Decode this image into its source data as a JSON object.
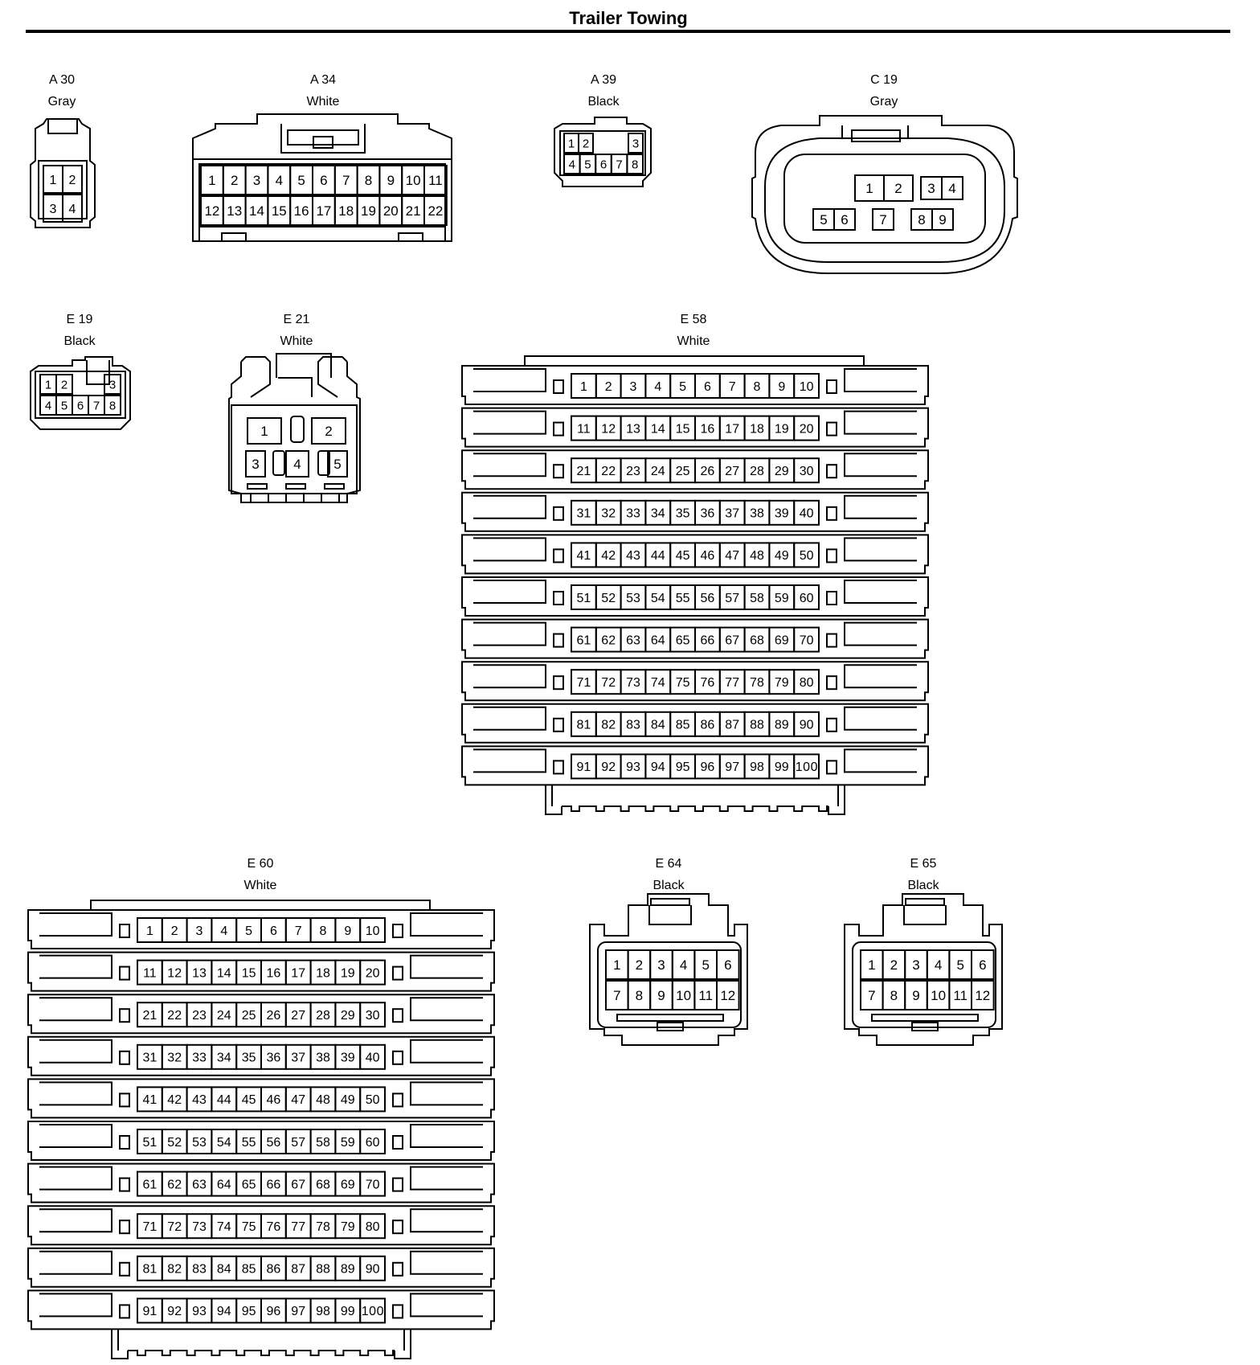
{
  "page_title": "Trailer Towing",
  "connectors": [
    {
      "key": "a30",
      "id": "A 30",
      "color": "Gray"
    },
    {
      "key": "a34",
      "id": "A 34",
      "color": "White"
    },
    {
      "key": "a39",
      "id": "A 39",
      "color": "Black"
    },
    {
      "key": "c19",
      "id": "C 19",
      "color": "Gray"
    },
    {
      "key": "e19",
      "id": "E 19",
      "color": "Black"
    },
    {
      "key": "e21",
      "id": "E 21",
      "color": "White"
    },
    {
      "key": "e58",
      "id": "E 58",
      "color": "White"
    },
    {
      "key": "e60",
      "id": "E 60",
      "color": "White"
    },
    {
      "key": "e64",
      "id": "E 64",
      "color": "Black"
    },
    {
      "key": "e65",
      "id": "E 65",
      "color": "Black"
    }
  ],
  "pins": {
    "a30": [
      "1",
      "2",
      "3",
      "4"
    ],
    "a34": [
      "1",
      "2",
      "3",
      "4",
      "5",
      "6",
      "7",
      "8",
      "9",
      "10",
      "11",
      "12",
      "13",
      "14",
      "15",
      "16",
      "17",
      "18",
      "19",
      "20",
      "21",
      "22"
    ],
    "a39": [
      "1",
      "2",
      "3",
      "4",
      "5",
      "6",
      "7",
      "8"
    ],
    "c19": [
      "1",
      "2",
      "3",
      "4",
      "5",
      "6",
      "7",
      "8",
      "9"
    ],
    "e19": [
      "1",
      "2",
      "3",
      "4",
      "5",
      "6",
      "7",
      "8"
    ],
    "e21": [
      "1",
      "2",
      "3",
      "4",
      "5"
    ],
    "e58": [
      "1",
      "2",
      "3",
      "4",
      "5",
      "6",
      "7",
      "8",
      "9",
      "10",
      "11",
      "12",
      "13",
      "14",
      "15",
      "16",
      "17",
      "18",
      "19",
      "20",
      "21",
      "22",
      "23",
      "24",
      "25",
      "26",
      "27",
      "28",
      "29",
      "30",
      "31",
      "32",
      "33",
      "34",
      "35",
      "36",
      "37",
      "38",
      "39",
      "40",
      "41",
      "42",
      "43",
      "44",
      "45",
      "46",
      "47",
      "48",
      "49",
      "50",
      "51",
      "52",
      "53",
      "54",
      "55",
      "56",
      "57",
      "58",
      "59",
      "60",
      "61",
      "62",
      "63",
      "64",
      "65",
      "66",
      "67",
      "68",
      "69",
      "70",
      "71",
      "72",
      "73",
      "74",
      "75",
      "76",
      "77",
      "78",
      "79",
      "80",
      "81",
      "82",
      "83",
      "84",
      "85",
      "86",
      "87",
      "88",
      "89",
      "90",
      "91",
      "92",
      "93",
      "94",
      "95",
      "96",
      "97",
      "98",
      "99",
      "100"
    ],
    "e60": [
      "1",
      "2",
      "3",
      "4",
      "5",
      "6",
      "7",
      "8",
      "9",
      "10",
      "11",
      "12",
      "13",
      "14",
      "15",
      "16",
      "17",
      "18",
      "19",
      "20",
      "21",
      "22",
      "23",
      "24",
      "25",
      "26",
      "27",
      "28",
      "29",
      "30",
      "31",
      "32",
      "33",
      "34",
      "35",
      "36",
      "37",
      "38",
      "39",
      "40",
      "41",
      "42",
      "43",
      "44",
      "45",
      "46",
      "47",
      "48",
      "49",
      "50",
      "51",
      "52",
      "53",
      "54",
      "55",
      "56",
      "57",
      "58",
      "59",
      "60",
      "61",
      "62",
      "63",
      "64",
      "65",
      "66",
      "67",
      "68",
      "69",
      "70",
      "71",
      "72",
      "73",
      "74",
      "75",
      "76",
      "77",
      "78",
      "79",
      "80",
      "81",
      "82",
      "83",
      "84",
      "85",
      "86",
      "87",
      "88",
      "89",
      "90",
      "91",
      "92",
      "93",
      "94",
      "95",
      "96",
      "97",
      "98",
      "99",
      "100"
    ],
    "e64": [
      "1",
      "2",
      "3",
      "4",
      "5",
      "6",
      "7",
      "8",
      "9",
      "10",
      "11",
      "12"
    ],
    "e65": [
      "1",
      "2",
      "3",
      "4",
      "5",
      "6",
      "7",
      "8",
      "9",
      "10",
      "11",
      "12"
    ]
  }
}
